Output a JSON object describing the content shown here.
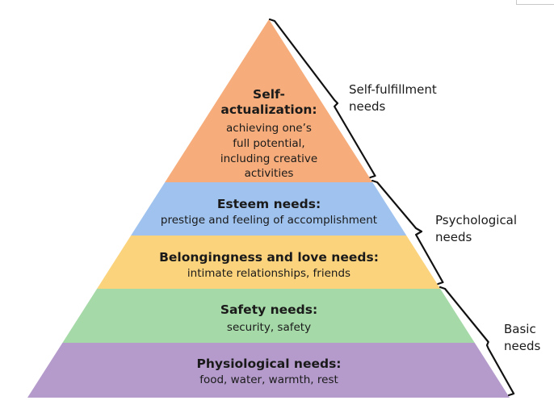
{
  "pyramid": {
    "tiers": [
      {
        "id": "self-actualization",
        "title_lines": [
          "Self-",
          "actualization:"
        ],
        "desc_lines": [
          "achieving one’s",
          "full potential,",
          "including creative",
          "activities"
        ],
        "color": "#f6ad7b"
      },
      {
        "id": "esteem",
        "title_lines": [
          "Esteem needs:"
        ],
        "desc_lines": [
          "prestige and feeling of accomplishment"
        ],
        "color": "#9fc2ee"
      },
      {
        "id": "belongingness",
        "title_lines": [
          "Belongingness and love needs:"
        ],
        "desc_lines": [
          "intimate relationships, friends"
        ],
        "color": "#fbd37c"
      },
      {
        "id": "safety",
        "title_lines": [
          "Safety needs:"
        ],
        "desc_lines": [
          "security, safety"
        ],
        "color": "#a6d9a8"
      },
      {
        "id": "physiological",
        "title_lines": [
          "Physiological needs:"
        ],
        "desc_lines": [
          "food, water, warmth, rest"
        ],
        "color": "#b49bcb"
      }
    ]
  },
  "groups": [
    {
      "id": "self-fulfillment",
      "label_lines": [
        "Self-fulfillment",
        "needs"
      ]
    },
    {
      "id": "psychological",
      "label_lines": [
        "Psychological",
        "needs"
      ]
    },
    {
      "id": "basic",
      "label_lines": [
        "Basic",
        "needs"
      ]
    }
  ]
}
